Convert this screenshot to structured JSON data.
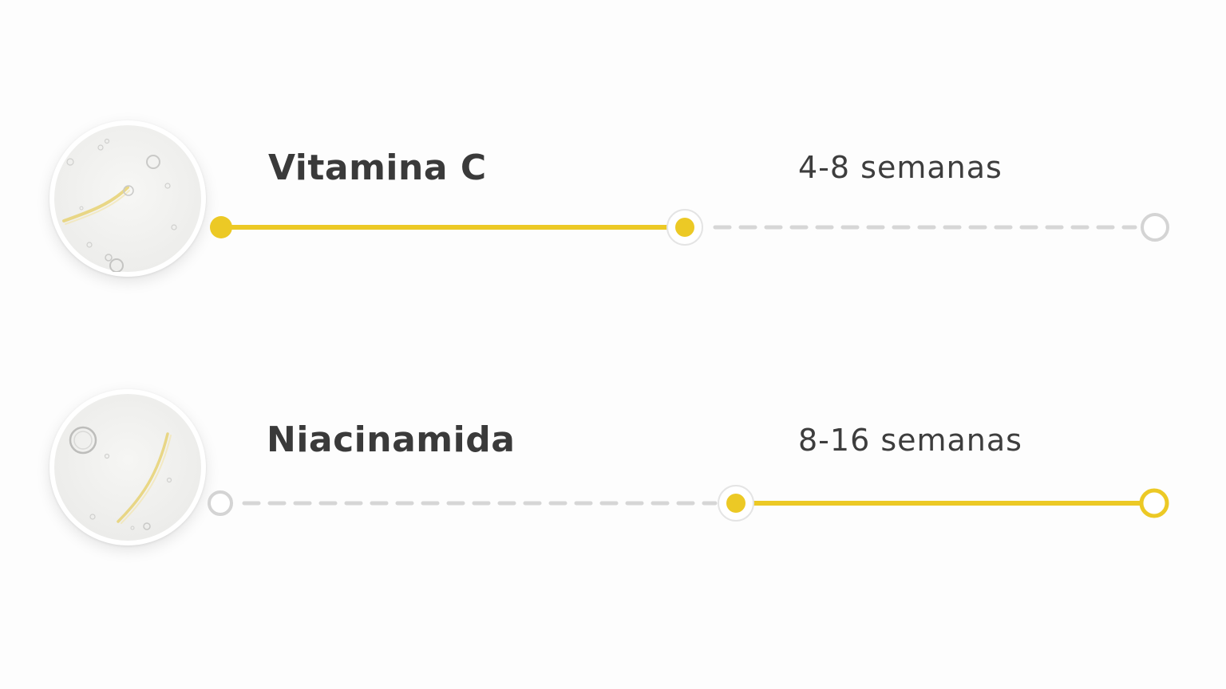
{
  "items": [
    {
      "name": "Vitamina C",
      "duration": "4-8 semanas",
      "active_stage": "start-to-middle"
    },
    {
      "name": "Niacinamida",
      "duration": "8-16 semanas",
      "active_stage": "middle-to-end"
    }
  ],
  "colors": {
    "accent": "#ecc925",
    "inactive": "#d6d6d6",
    "text": "#3a3a3a",
    "background": "#fdfdfd"
  }
}
